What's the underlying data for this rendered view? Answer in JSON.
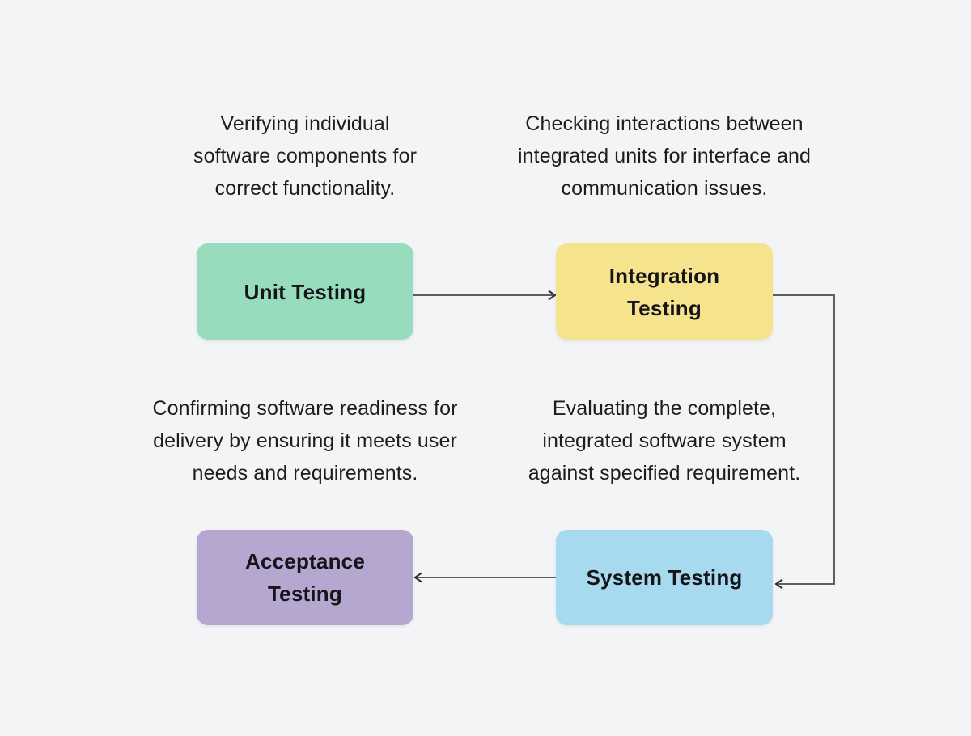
{
  "diagram": {
    "background_color": "#f3f4f6",
    "connector_color": "#5f5f5f",
    "text_color": "#1d1d1f",
    "nodes": [
      {
        "id": "unit-testing",
        "label": "Unit Testing",
        "label_lines": [
          "Unit Testing"
        ],
        "color": "#97dcbd",
        "description": "Verifying individual software components for correct functionality.",
        "desc_lines": [
          "Verifying individual",
          "software components for",
          "correct functionality."
        ]
      },
      {
        "id": "integration-testing",
        "label": "Integration Testing",
        "label_lines": [
          "Integration",
          "Testing"
        ],
        "color": "#f6e38d",
        "description": "Checking interactions between integrated units for interface and communication issues.",
        "desc_lines": [
          "Checking interactions between",
          "integrated units for interface and",
          "communication issues."
        ]
      },
      {
        "id": "system-testing",
        "label": "System Testing",
        "label_lines": [
          "System Testing"
        ],
        "color": "#a7d9ef",
        "description": "Evaluating the complete, integrated software system against specified requirement.",
        "desc_lines": [
          "Evaluating the complete,",
          "integrated software system",
          "against specified requirement."
        ]
      },
      {
        "id": "acceptance-testing",
        "label": "Acceptance Testing",
        "label_lines": [
          "Acceptance",
          "Testing"
        ],
        "color": "#b5a7d0",
        "description": "Confirming software readiness for delivery by ensuring it meets user needs and requirements.",
        "desc_lines": [
          "Confirming software readiness for",
          "delivery by ensuring it meets user",
          "needs and requirements."
        ]
      }
    ],
    "edges": [
      {
        "from": "unit-testing",
        "to": "integration-testing"
      },
      {
        "from": "integration-testing",
        "to": "system-testing"
      },
      {
        "from": "system-testing",
        "to": "acceptance-testing"
      }
    ]
  }
}
